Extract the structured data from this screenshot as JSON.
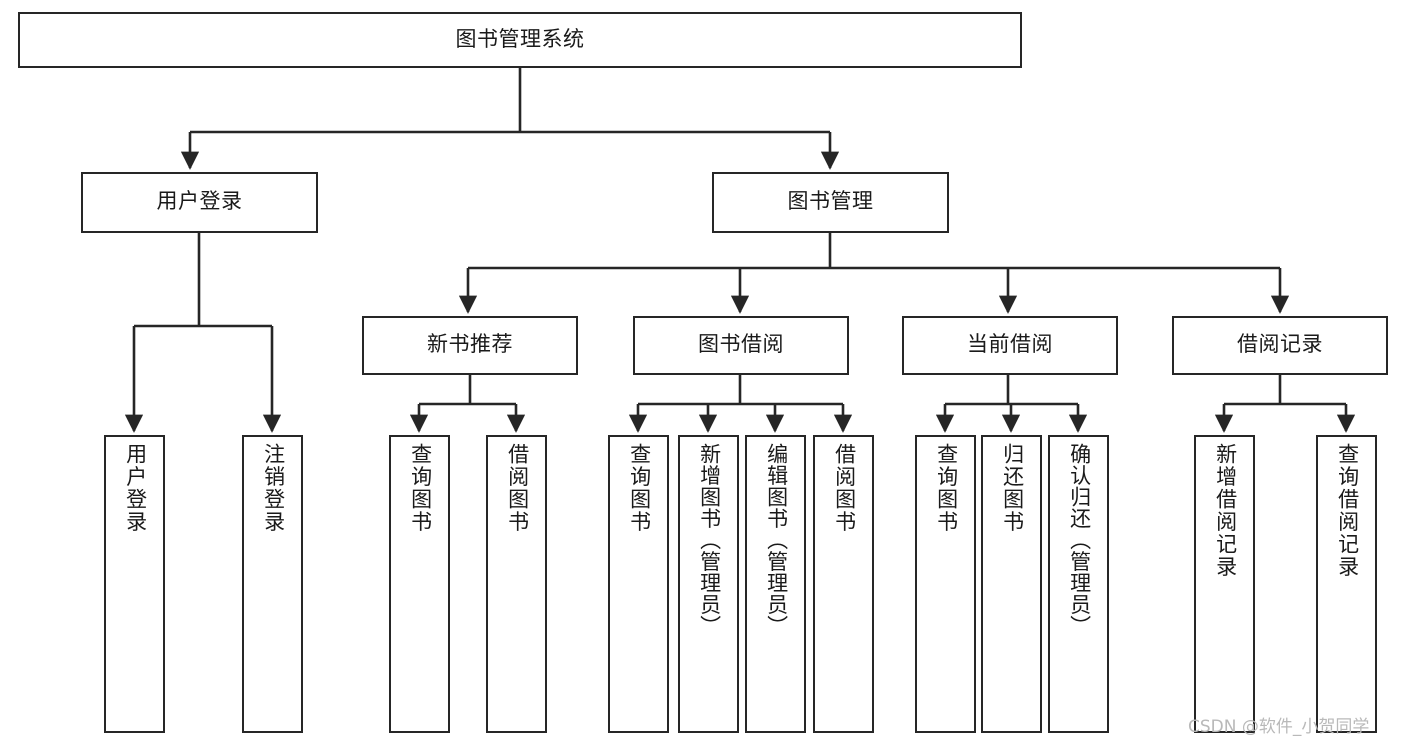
{
  "diagram": {
    "type": "tree-hierarchy-chart",
    "title": "图书管理系统",
    "watermark": "CSDN @软件_小贺同学",
    "colors": {
      "background": "#ffffff",
      "box_border": "#262626",
      "box_fill": "#ffffff",
      "text": "#1a1a1a",
      "edge": "#262626",
      "watermark": "#b9b9b9"
    }
  },
  "nodes": {
    "root": {
      "label": "图书管理系统"
    },
    "level1": [
      {
        "id": "user-login",
        "label": "用户登录"
      },
      {
        "id": "book-management",
        "label": "图书管理"
      }
    ],
    "level2": [
      {
        "id": "new-book-recommend",
        "label": "新书推荐"
      },
      {
        "id": "book-borrow",
        "label": "图书借阅"
      },
      {
        "id": "current-borrow",
        "label": "当前借阅"
      },
      {
        "id": "borrow-record",
        "label": "借阅记录"
      }
    ],
    "leaves": {
      "user_login": [
        {
          "id": "leaf-user-login",
          "label": "用户登录"
        },
        {
          "id": "leaf-logout-login",
          "label": "注销登录"
        }
      ],
      "new_book_recommend": [
        {
          "id": "leaf-query-book-1",
          "label": "查询图书"
        },
        {
          "id": "leaf-borrow-book-1",
          "label": "借阅图书"
        }
      ],
      "book_borrow": [
        {
          "id": "leaf-query-book-2",
          "label": "查询图书"
        },
        {
          "id": "leaf-add-book",
          "label": "新增图书（管理员）"
        },
        {
          "id": "leaf-edit-book",
          "label": "编辑图书（管理员）"
        },
        {
          "id": "leaf-borrow-book-2",
          "label": "借阅图书"
        }
      ],
      "current_borrow": [
        {
          "id": "leaf-query-book-3",
          "label": "查询图书"
        },
        {
          "id": "leaf-return-book",
          "label": "归还图书"
        },
        {
          "id": "leaf-confirm-return",
          "label": "确认归还（管理员）"
        }
      ],
      "borrow_record": [
        {
          "id": "leaf-add-record",
          "label": "新增借阅记录"
        },
        {
          "id": "leaf-query-record",
          "label": "查询借阅记录"
        }
      ]
    }
  },
  "edges": [
    {
      "from": "root",
      "to": "user-login"
    },
    {
      "from": "root",
      "to": "book-management"
    },
    {
      "from": "user-login",
      "to": "leaf-user-login"
    },
    {
      "from": "user-login",
      "to": "leaf-logout-login"
    },
    {
      "from": "book-management",
      "to": "new-book-recommend"
    },
    {
      "from": "book-management",
      "to": "book-borrow"
    },
    {
      "from": "book-management",
      "to": "current-borrow"
    },
    {
      "from": "book-management",
      "to": "borrow-record"
    },
    {
      "from": "new-book-recommend",
      "to": "leaf-query-book-1"
    },
    {
      "from": "new-book-recommend",
      "to": "leaf-borrow-book-1"
    },
    {
      "from": "book-borrow",
      "to": "leaf-query-book-2"
    },
    {
      "from": "book-borrow",
      "to": "leaf-add-book"
    },
    {
      "from": "book-borrow",
      "to": "leaf-edit-book"
    },
    {
      "from": "book-borrow",
      "to": "leaf-borrow-book-2"
    },
    {
      "from": "current-borrow",
      "to": "leaf-query-book-3"
    },
    {
      "from": "current-borrow",
      "to": "leaf-return-book"
    },
    {
      "from": "current-borrow",
      "to": "leaf-confirm-return"
    },
    {
      "from": "borrow-record",
      "to": "leaf-add-record"
    },
    {
      "from": "borrow-record",
      "to": "leaf-query-record"
    }
  ]
}
